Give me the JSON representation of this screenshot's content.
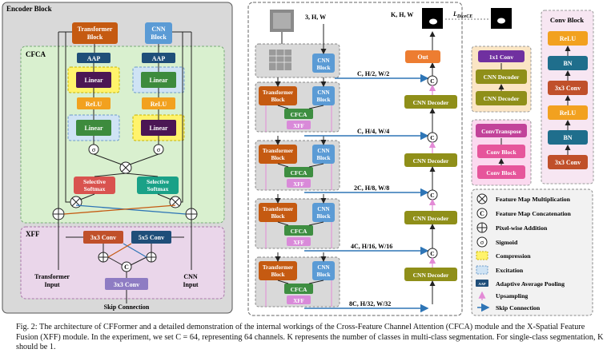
{
  "encoder": {
    "title": "Encoder Block",
    "transformer_block": "Transformer Block",
    "cnn_block": "CNN Block",
    "cfca": "CFCA",
    "aap": "AAP",
    "linear": "Linear",
    "relu": "ReLU",
    "sigma": "σ",
    "selective_softmax": "Selective Softmax",
    "xff": "XFF",
    "conv3": "3x3 Conv",
    "conv5": "5x5 Conv",
    "c": "C",
    "transformer_input": "Transformer Input",
    "cnn_input": "CNN Input",
    "skip": "Skip Connection"
  },
  "network": {
    "input_dims": "3, H, W",
    "output_dims": "K, H, W",
    "loss": "L_DiceCE",
    "out": "Out",
    "cnn_decoder": "CNN Decoder",
    "dims": [
      "C, H/2, W/2",
      "C, H/4, W/4",
      "2C, H/8, W/8",
      "4C, H/16, W/16",
      "8C, H/32, W/32"
    ]
  },
  "decoder_detail": {
    "conv1x1": "1x1 Conv",
    "cnn_decoder": "CNN Decoder",
    "convtranspose": "ConvTranspose",
    "conv_block": "Conv Block"
  },
  "conv_block_detail": {
    "title": "Conv Block",
    "items": [
      "ReLU",
      "BN",
      "3x3 Conv",
      "ReLU",
      "BN",
      "3x3 Conv"
    ]
  },
  "legend": {
    "items": [
      "Feature Map Multiplication",
      "Feature Map Concatenation",
      "Pixel-wise Addition",
      "Sigmoid",
      "Compression",
      "Excitation",
      "Adaptive Average Pooling",
      "Upsampling",
      "Skip Connection"
    ]
  },
  "caption": "Fig. 2: The architecture of CFFormer and a detailed demonstration of the internal workings of the Cross-Feature Channel Attention (CFCA) module and the X-Spatial Feature Fusion (XFF) module. In the experiment, we set C = 64, representing 64 channels. K represents the number of classes in multi-class segmentation. For single-class segmentation, K should be 1.",
  "colors": {
    "transformer": "#c55a11",
    "cnn": "#5b9bd5",
    "aap": "#1f4e79",
    "linear_purple": "#4b1654",
    "linear_green": "#3d8b3d",
    "relu": "#f2a11f",
    "cfca_green": "#3e8e41",
    "xff_pink": "#d98ad9",
    "decoder": "#8f8f19",
    "out": "#ed7d31",
    "convtranspose": "#c2439a",
    "convblock": "#e6559b",
    "bn": "#1f6e8c",
    "conv3": "#c0502a",
    "selective_red": "#d9534f",
    "selective_teal": "#1aa187",
    "arrow_blue": "#2e75b6"
  }
}
